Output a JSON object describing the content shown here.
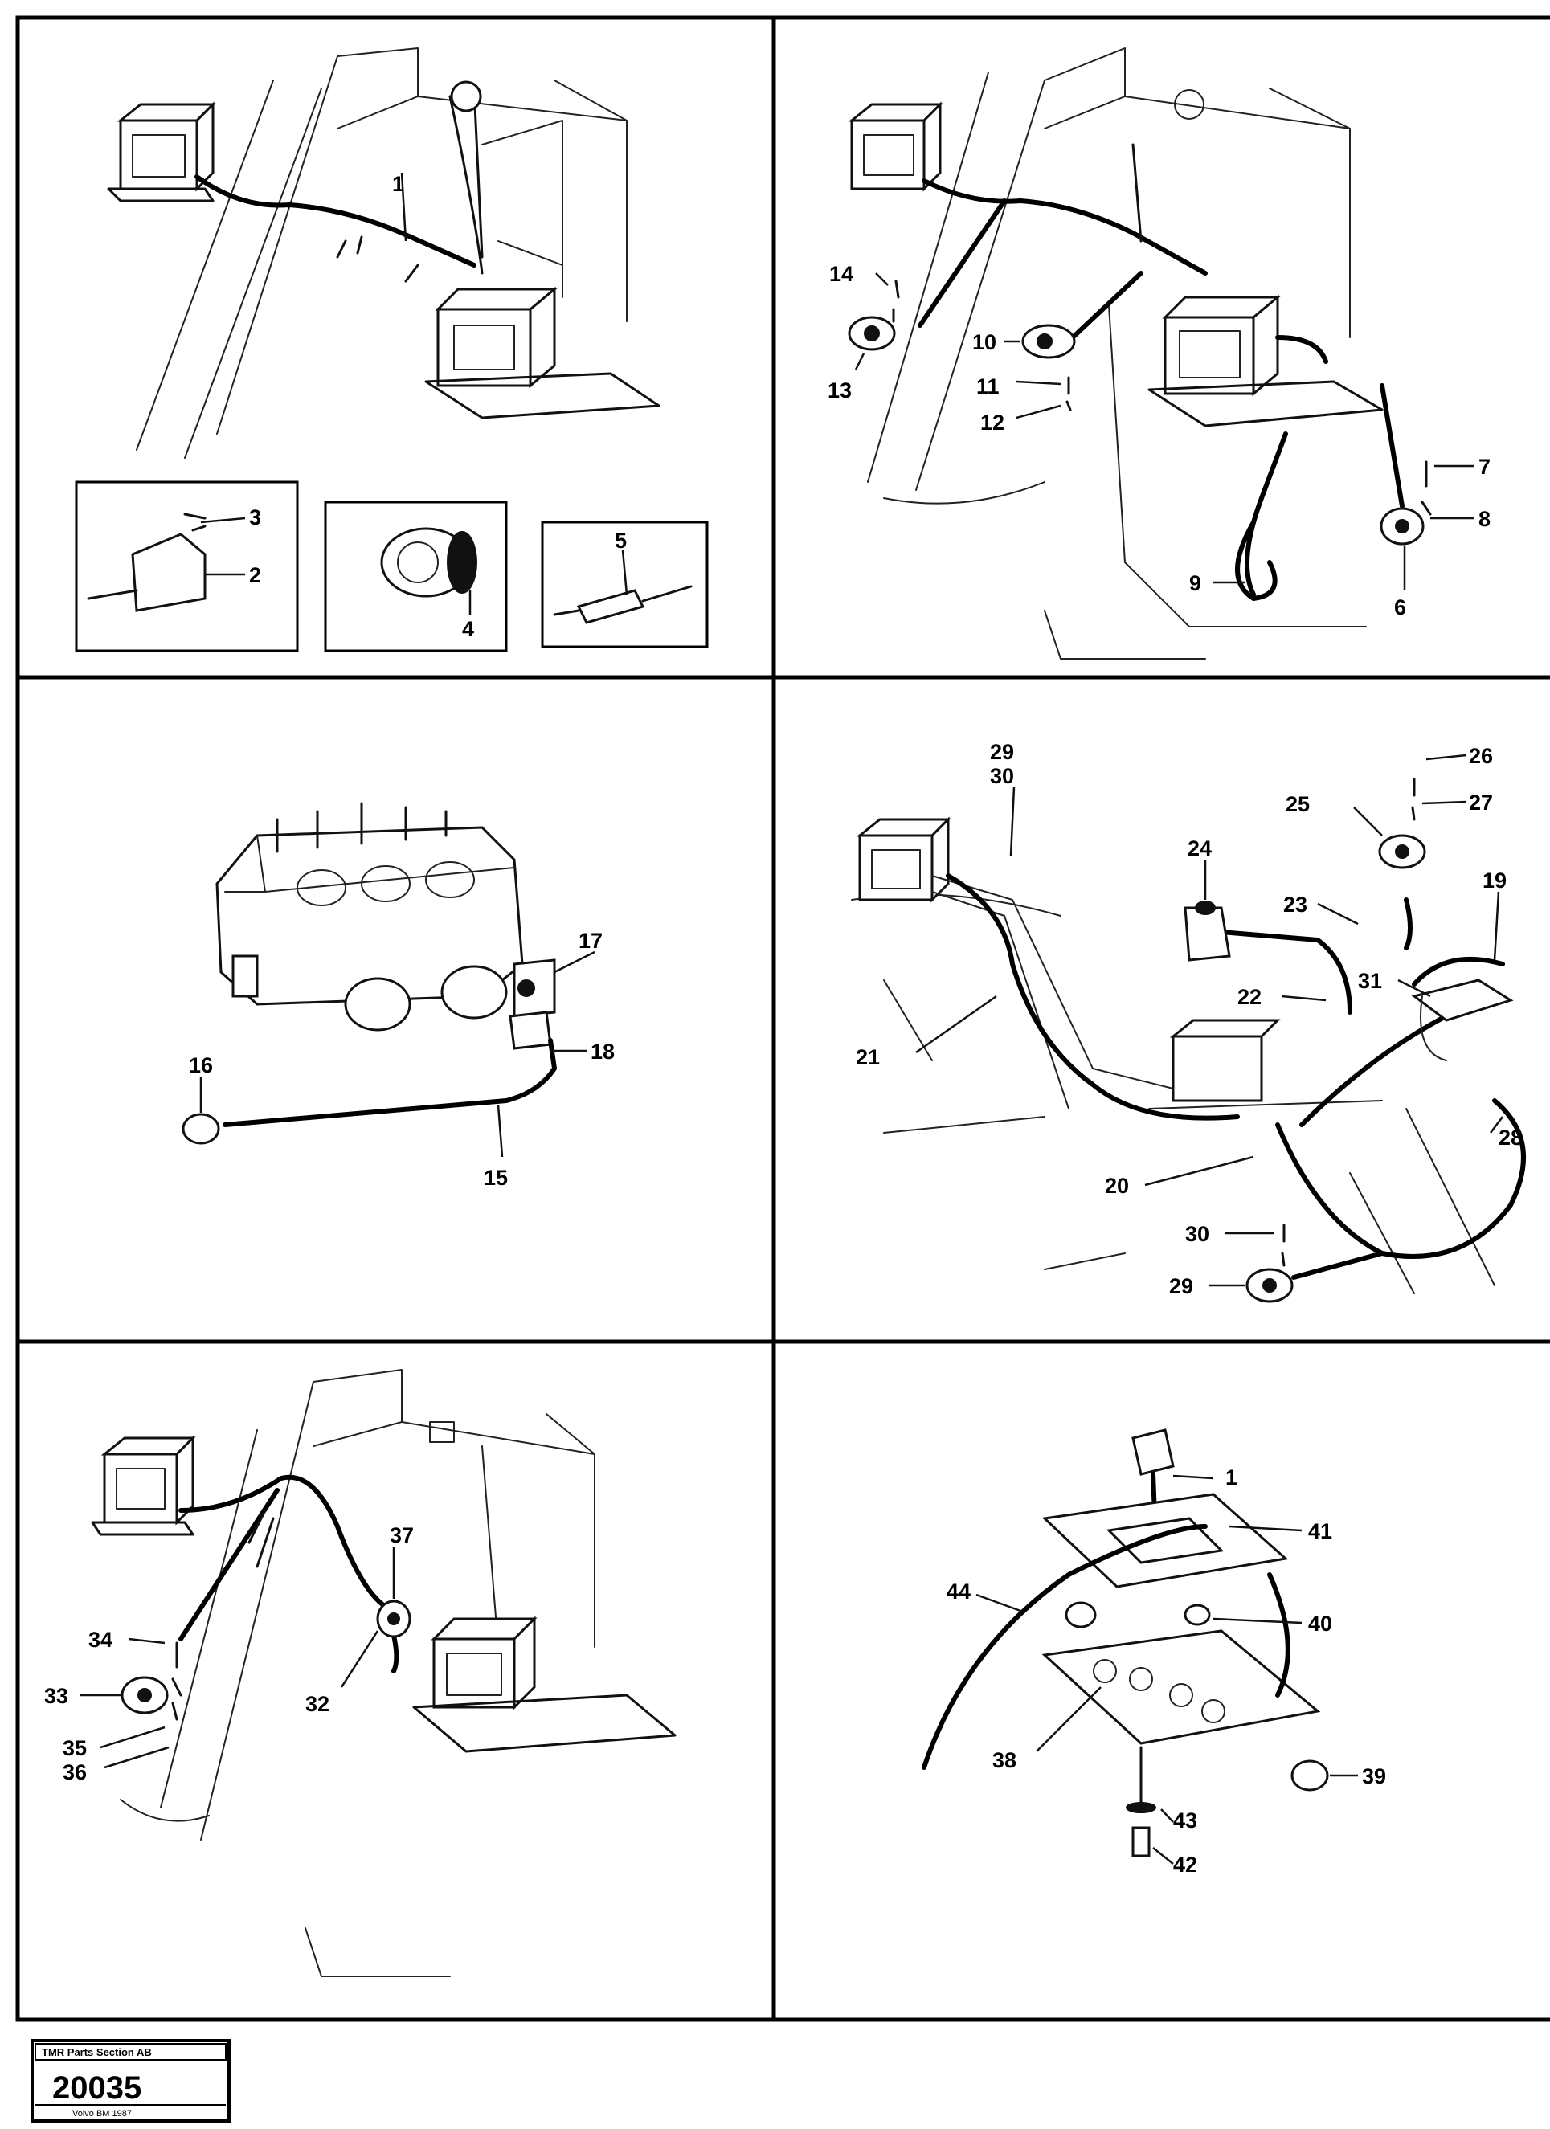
{
  "panels": [
    {
      "id": "panel-1",
      "labels": [
        "1",
        "2",
        "3",
        "4",
        "5"
      ]
    },
    {
      "id": "panel-2",
      "labels": [
        "14",
        "13",
        "10",
        "11",
        "12",
        "7",
        "8",
        "9",
        "6"
      ]
    },
    {
      "id": "panel-3",
      "labels": [
        "17",
        "18",
        "16",
        "15"
      ]
    },
    {
      "id": "panel-4",
      "labels": [
        "29",
        "30",
        "26",
        "25",
        "27",
        "24",
        "23",
        "19",
        "22",
        "31",
        "21",
        "28",
        "20",
        "30",
        "29"
      ]
    },
    {
      "id": "panel-5",
      "labels": [
        "37",
        "34",
        "32",
        "33",
        "35",
        "36"
      ]
    },
    {
      "id": "panel-6",
      "labels": [
        "1",
        "41",
        "44",
        "40",
        "38",
        "39",
        "43",
        "42"
      ]
    }
  ],
  "callouts": {
    "p1": {
      "c1": "1",
      "c2": "2",
      "c3": "3",
      "c4": "4",
      "c5": "5"
    },
    "p2": {
      "c14": "14",
      "c13": "13",
      "c10": "10",
      "c11": "11",
      "c12": "12",
      "c7": "7",
      "c8": "8",
      "c9": "9",
      "c6": "6"
    },
    "p3": {
      "c17": "17",
      "c18": "18",
      "c16": "16",
      "c15": "15"
    },
    "p4": {
      "c29a": "29",
      "c30a": "30",
      "c26": "26",
      "c25": "25",
      "c27": "27",
      "c24": "24",
      "c23": "23",
      "c19": "19",
      "c22": "22",
      "c31": "31",
      "c21": "21",
      "c28": "28",
      "c20": "20",
      "c30b": "30",
      "c29b": "29"
    },
    "p5": {
      "c37": "37",
      "c34": "34",
      "c32": "32",
      "c33": "33",
      "c35": "35",
      "c36": "36"
    },
    "p6": {
      "c1": "1",
      "c41": "41",
      "c44": "44",
      "c40": "40",
      "c38": "38",
      "c39": "39",
      "c43": "43",
      "c42": "42"
    }
  },
  "stamp": {
    "header": "TMR Parts Section AB",
    "number": "20035",
    "footer": "Volvo BM 1987"
  }
}
